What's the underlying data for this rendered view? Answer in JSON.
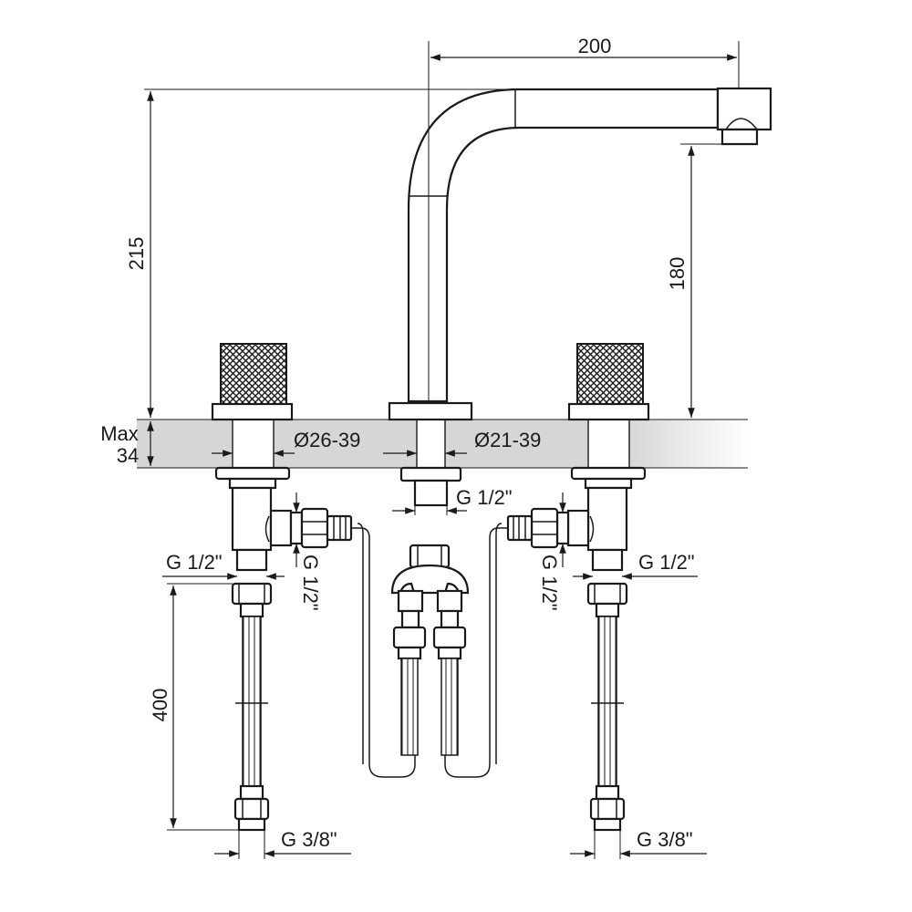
{
  "dimensions": {
    "spout_reach": "200",
    "total_height": "215",
    "spout_height": "180",
    "max_label": "Max",
    "max_value": "34",
    "diameter_handles": "Ø26-39",
    "diameter_spout": "Ø21-39",
    "spout_thread": "G 1/2\"",
    "left_inlet_thread": "G 1/2\"",
    "left_valve_thread": "G 1/2\"",
    "right_valve_thread": "G 1/2\"",
    "right_inlet_thread": "G 1/2\"",
    "hose_length": "400",
    "left_hose_thread": "G 3/8\"",
    "right_hose_thread": "G 3/8\""
  },
  "colors": {
    "line": "#1a1a1a",
    "countertop": "#d6d6d6",
    "background": "#ffffff"
  }
}
